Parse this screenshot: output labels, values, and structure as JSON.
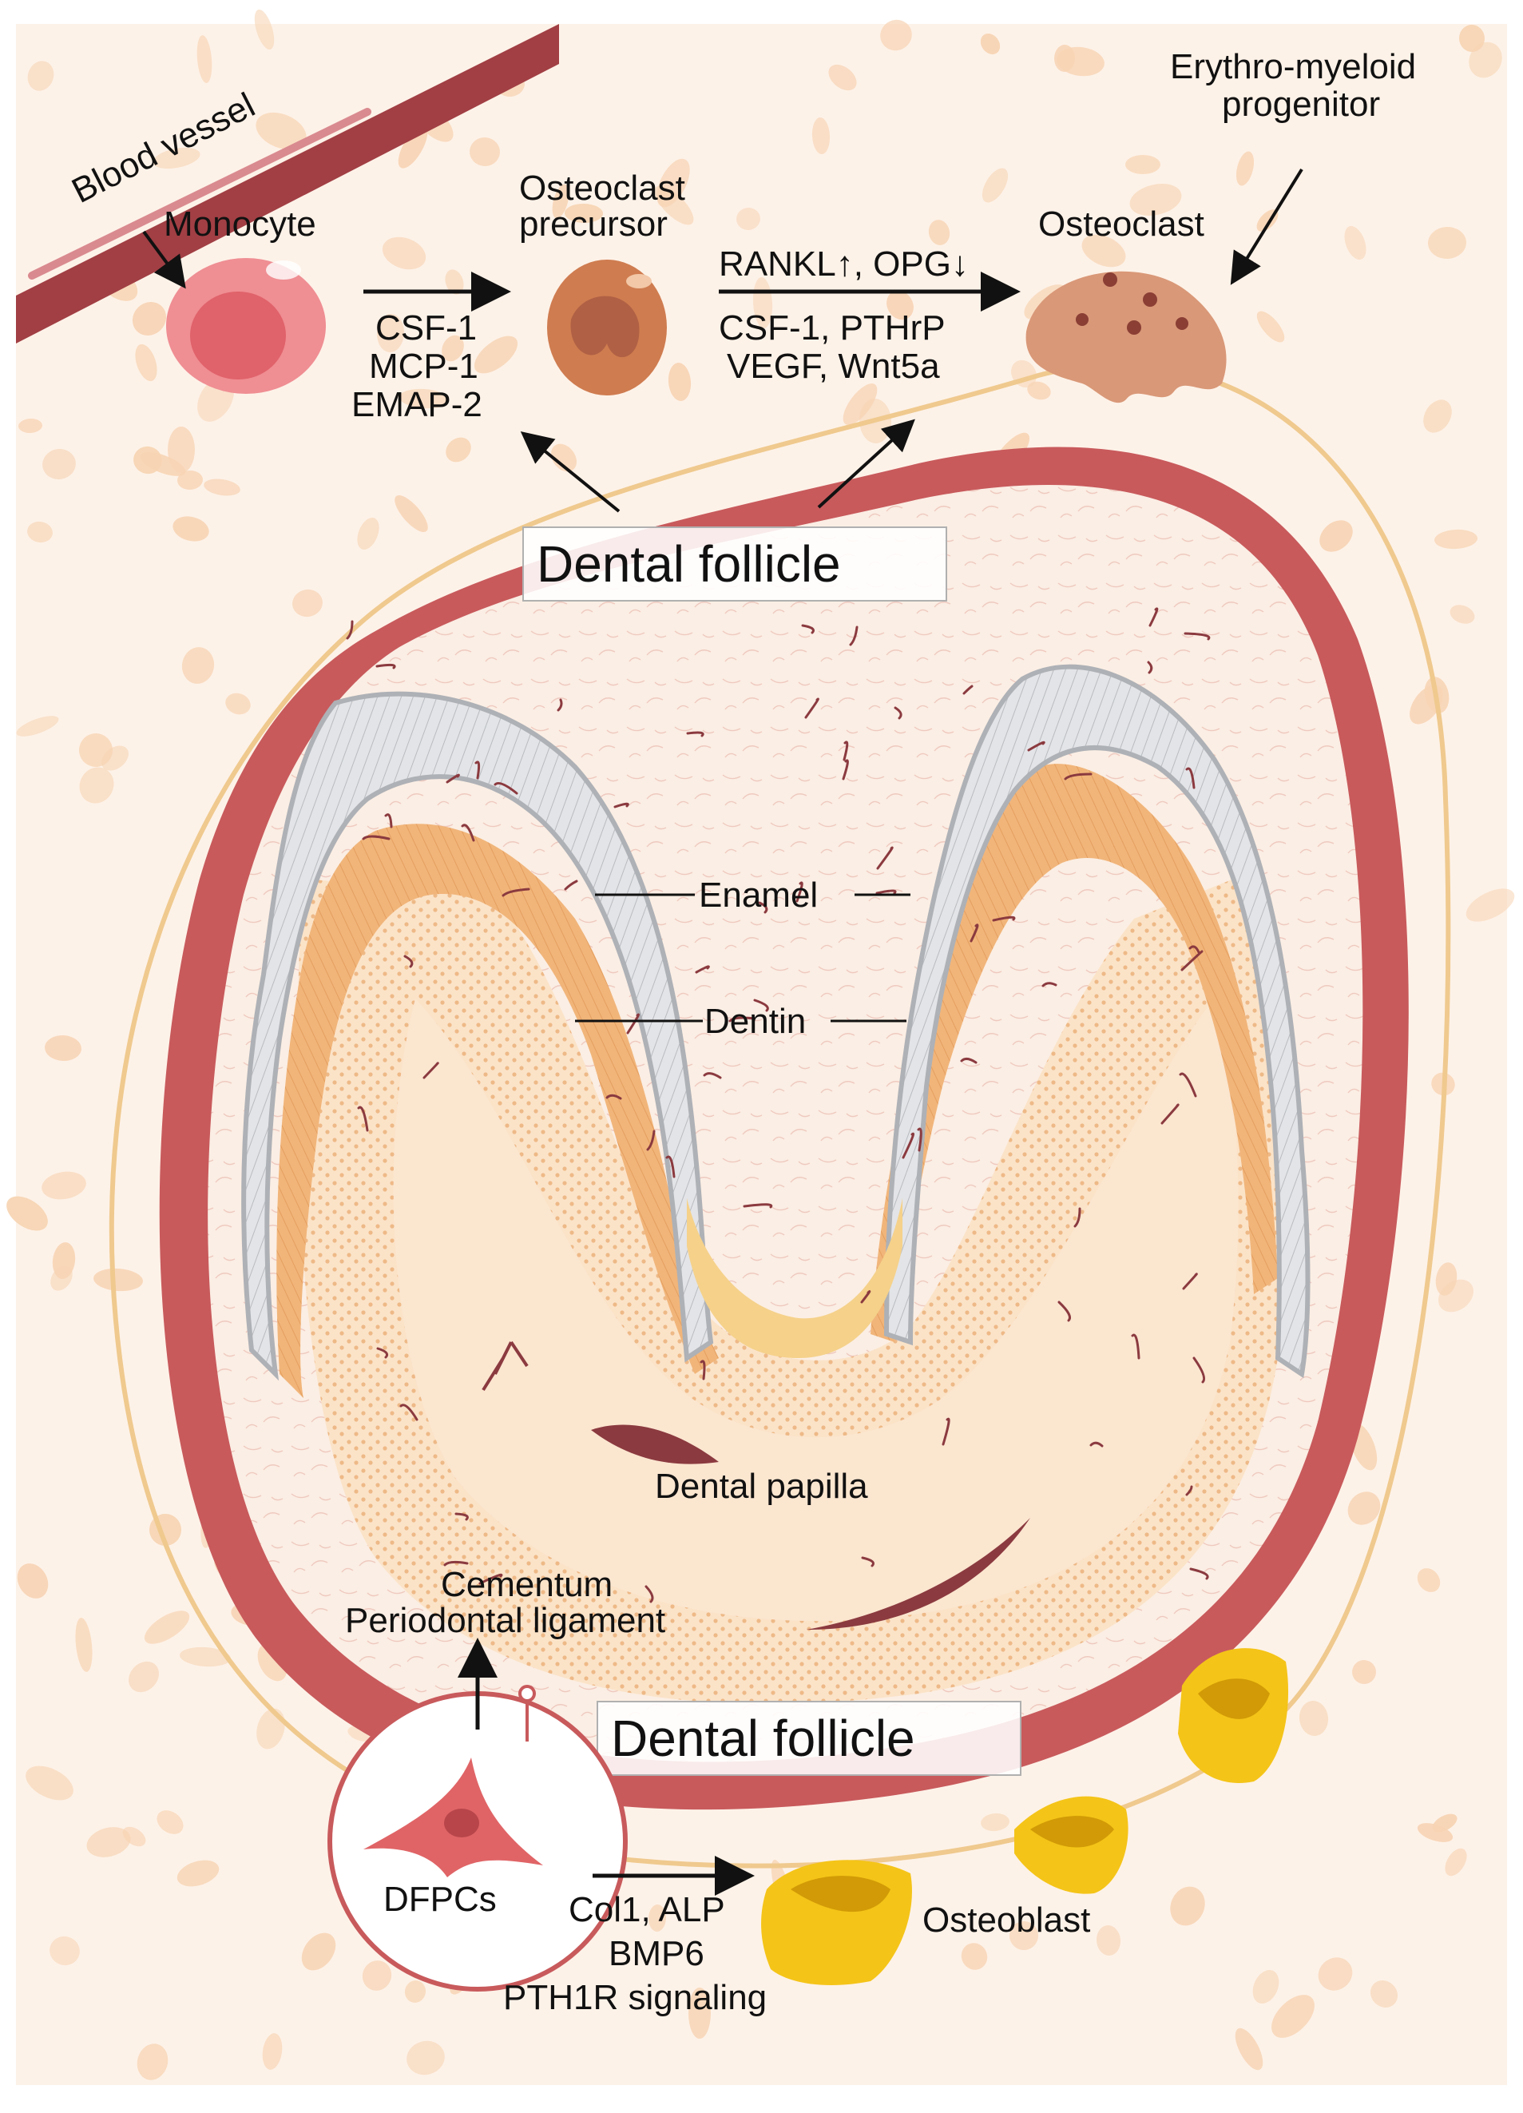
{
  "cells": {
    "blood_vessel": "Blood vessel",
    "monocyte": "Monocyte",
    "osteoclast_precursor": [
      "Osteoclast",
      "precursor"
    ],
    "osteoclast": "Osteoclast",
    "erythro_myeloid_progenitor": [
      "Erythro-myeloid",
      "progenitor"
    ],
    "dfpcs": "DFPCs",
    "osteoblast": "Osteoblast"
  },
  "factors": {
    "monocyte_to_precursor": [
      "CSF-1",
      "MCP-1",
      "EMAP-2"
    ],
    "precursor_to_osteoclast_top": "RANKL↑, OPG↓",
    "precursor_to_osteoclast_bottom": [
      "CSF-1, PTHrP",
      "VEGF, Wnt5a"
    ],
    "dfpc_to_osteoblast": [
      "Col1, ALP",
      "BMP6",
      "PTH1R signaling"
    ]
  },
  "structures": {
    "dental_follicle_top": "Dental follicle",
    "dental_follicle_bottom": "Dental follicle",
    "enamel": "Enamel",
    "dentin": "Dentin",
    "dental_papilla": "Dental papilla",
    "cementum": "Cementum",
    "periodontal_ligament": "Periodontal ligament"
  },
  "colors": {
    "background": "#fdf2e8",
    "bg_cell": "#f7d4b4",
    "vessel": "#9c3b3f",
    "follicle_ring": "#c85a5c",
    "monocyte": "#e8747c",
    "precursor": "#c9744a",
    "osteoclast": "#d4906e",
    "enamel": "#d4d6da",
    "dentin": "#efb57c",
    "papilla": "#fbe6d0",
    "osteoblast": "#f4c418",
    "dfpc": "#e06466"
  }
}
